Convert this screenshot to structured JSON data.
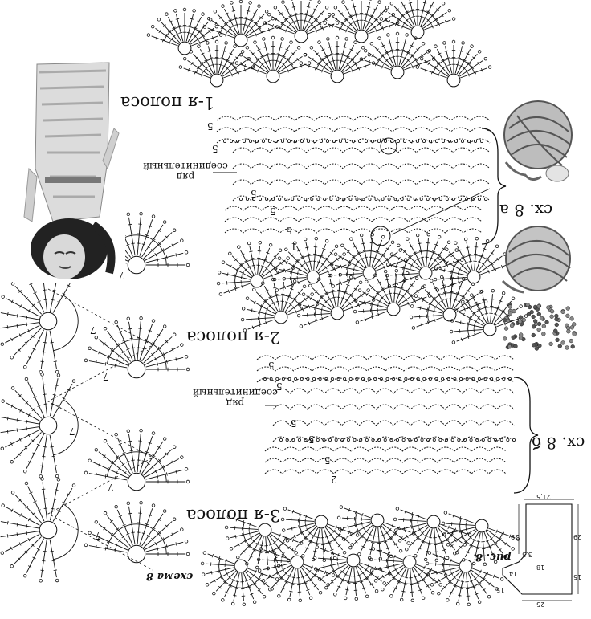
{
  "labels": {
    "band1": "1-я полоса",
    "band2": "2-я полоса",
    "band3": "3-я полоса",
    "join_row_1_line1": "соединительный",
    "join_row_1_line2": "ряд",
    "join_row_2_line1": "соединительный",
    "join_row_2_line2": "ряд",
    "sx_8a": "сх. 8 а",
    "sx_8b": "сх. 8 б",
    "ris8": "рис. 8",
    "schema8": "схема 8"
  },
  "pattern_numbers": {
    "count_5": "5",
    "count_7": "7",
    "count_1": "1",
    "count_2": "2"
  },
  "dimensions": [
    "21,5",
    "29",
    "29",
    "3,5",
    "18",
    "14",
    "15",
    "15",
    "25"
  ],
  "colors": {
    "ink": "#111111",
    "paper": "#ffffff",
    "photo_gray": "#9a9a9a"
  }
}
